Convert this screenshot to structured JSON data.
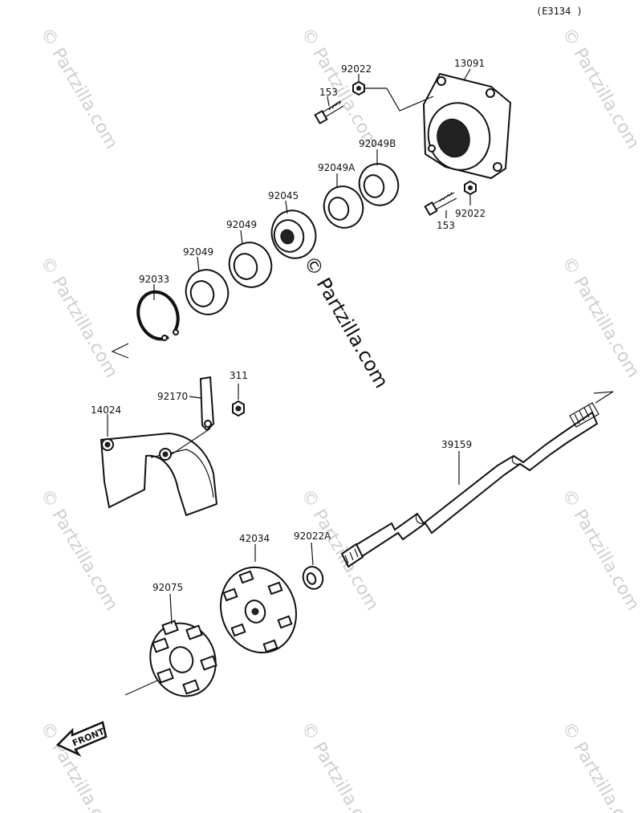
{
  "diagram_code": "(E3134 )",
  "watermark": "© Partzilla.com",
  "front_label": "FRONT",
  "parts": {
    "p13091": "13091",
    "p92022_top": "92022",
    "p153_top": "153",
    "p92049B": "92049B",
    "p92049A": "92049A",
    "p92045": "92045",
    "p92049_a": "92049",
    "p92049_b": "92049",
    "p92033": "92033",
    "p92022_right": "92022",
    "p153_right": "153",
    "p311": "311",
    "p92170": "92170",
    "p14024": "14024",
    "p39159": "39159",
    "p42034": "42034",
    "p92022A": "92022A",
    "p92075": "92075"
  }
}
